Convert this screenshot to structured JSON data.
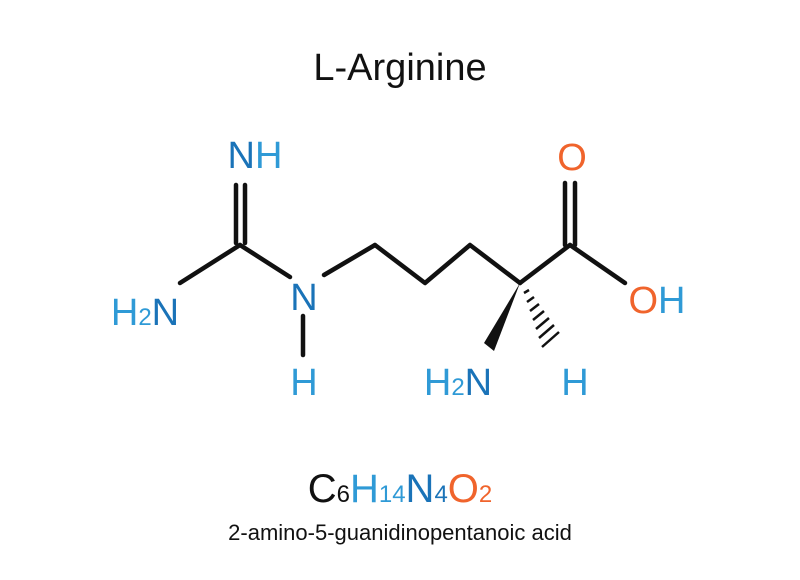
{
  "title": "L-Arginine",
  "colors": {
    "nitrogen_dark": "#1a73b8",
    "nitrogen_light": "#2f9ad6",
    "oxygen": "#f0642c",
    "text": "#111111"
  },
  "atoms": {
    "imine": {
      "n": "N",
      "h": "H"
    },
    "left_amine": {
      "h": "H",
      "sub": "2",
      "n": "N"
    },
    "center_n": "N",
    "center_h": "H",
    "alpha_amine": {
      "h": "H",
      "sub": "2",
      "n": "N"
    },
    "alpha_h": "H",
    "carbonyl_o": "O",
    "hydroxyl": {
      "o": "O",
      "h": "H"
    }
  },
  "formula": {
    "c": "C",
    "c_count": "6",
    "h": "H",
    "h_count": "14",
    "n": "N",
    "n_count": "4",
    "o": "O",
    "o_count": "2"
  },
  "iupac_name": "2-amino-5-guanidinopentanoic acid"
}
